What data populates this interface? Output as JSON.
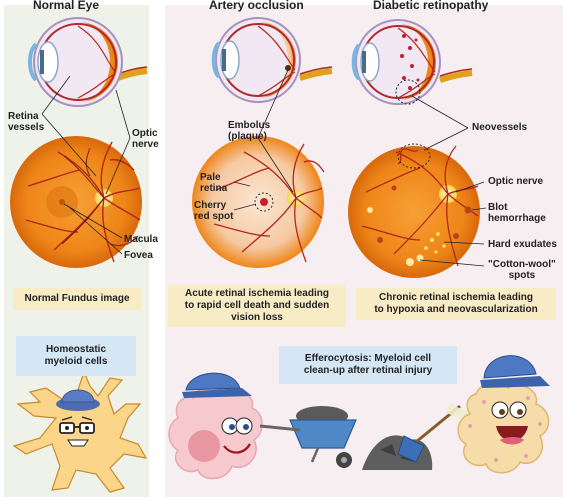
{
  "panels": {
    "normal": {
      "title": "Normal Eye",
      "labels": {
        "retina_vessels": "Retina\nvessels",
        "optic_nerve": "Optic\nnerve",
        "macula": "Macula",
        "fovea": "Fovea"
      },
      "caption": "Normal Fundus image"
    },
    "occlusion": {
      "title": "Artery occlusion",
      "labels": {
        "embolus": "Embolus\n(plaque)",
        "pale_retina": "Pale\nretina",
        "cherry_red_spot": "Cherry\nred spot"
      },
      "caption": "Acute retinal ischemia leading\nto rapid cell death and sudden\nvision loss"
    },
    "diabetic": {
      "title": "Diabetic retinopathy",
      "labels": {
        "neovessels": "Neovessels",
        "optic_nerve": "Optic nerve",
        "blot_hemorrhage": "Blot\nhemorrhage",
        "hard_exudates": "Hard exudates",
        "cotton_wool": "\"Cotton-wool\"\nspots"
      },
      "caption": "Chronic retinal ischemia leading\nto hypoxia and neovascularization"
    }
  },
  "cells": {
    "homeostatic": "Homeostatic\nmyeloid cells",
    "efferocytosis": "Efferocytosis: Myeloid cell\nclean-up after retinal injury"
  },
  "colors": {
    "left_panel_bg": "#eef2e8",
    "right_panel_bg": "#f6eef0",
    "caption_bg": "#f7ecc6",
    "cell_label_bg": "#d5e6f5",
    "fundus_orange": "#ef8a1c",
    "vessel_red": "#b3261e"
  }
}
